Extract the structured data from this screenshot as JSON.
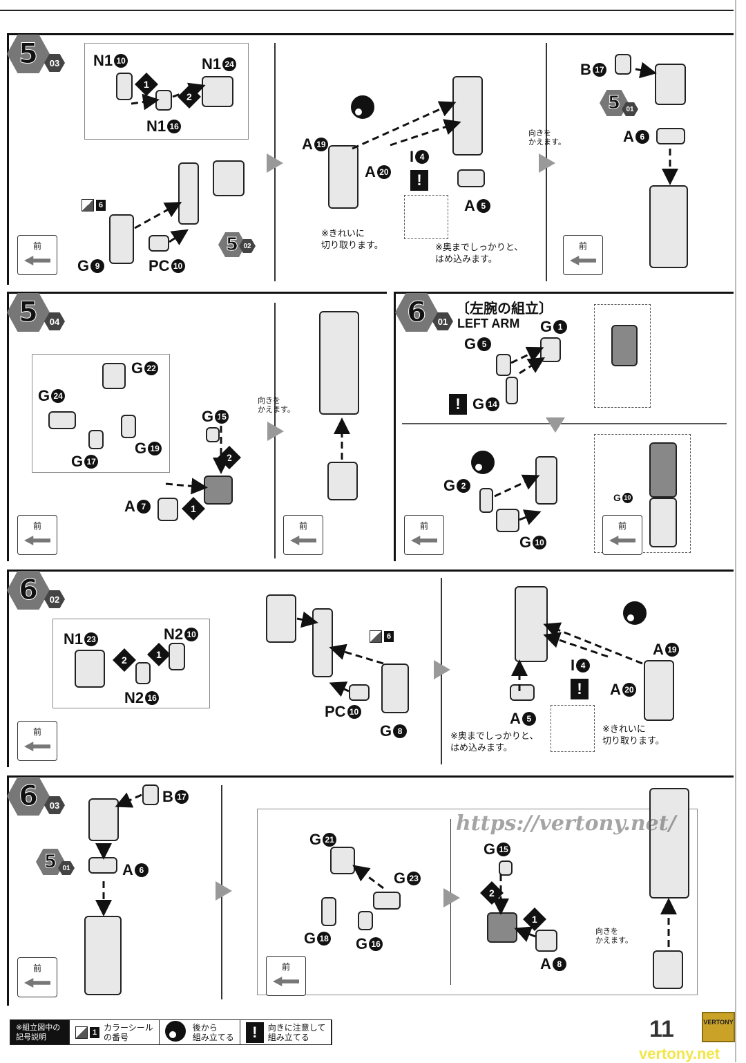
{
  "front_label": "前",
  "turn_note": "向きを\nかえます。",
  "steps": [
    {
      "step": "5",
      "sub": "03",
      "ref": {
        "step": "5",
        "sub": "02"
      },
      "ref2": {
        "step": "5",
        "sub": "01"
      },
      "parts": [
        {
          "p": "N1",
          "n": "10"
        },
        {
          "p": "N1",
          "n": "24"
        },
        {
          "p": "N1",
          "n": "16"
        },
        {
          "p": "G",
          "n": "9"
        },
        {
          "p": "PC",
          "n": "10"
        },
        {
          "p": "A",
          "n": "19"
        },
        {
          "p": "A",
          "n": "20"
        },
        {
          "p": "I",
          "n": "4"
        },
        {
          "p": "A",
          "n": "5"
        },
        {
          "p": "B",
          "n": "17"
        },
        {
          "p": "A",
          "n": "6"
        }
      ],
      "sticker": "6",
      "markers": [
        "1",
        "2"
      ],
      "notes": [
        "※きれいに\n切り取ります。",
        "※奥までしっかりと、\nはめ込みます。"
      ]
    },
    {
      "step": "5",
      "sub": "04",
      "parts": [
        {
          "p": "G",
          "n": "22"
        },
        {
          "p": "G",
          "n": "24"
        },
        {
          "p": "G",
          "n": "15"
        },
        {
          "p": "G",
          "n": "17"
        },
        {
          "p": "G",
          "n": "19"
        },
        {
          "p": "A",
          "n": "7"
        }
      ],
      "markers": [
        "2",
        "1"
      ]
    },
    {
      "step": "6",
      "sub": "01",
      "title_jp": "〔左腕の組立〕",
      "title_en": "LEFT ARM",
      "parts": [
        {
          "p": "G",
          "n": "1"
        },
        {
          "p": "G",
          "n": "5"
        },
        {
          "p": "G",
          "n": "14"
        },
        {
          "p": "G",
          "n": "2"
        },
        {
          "p": "G",
          "n": "10"
        },
        {
          "p": "G",
          "n": "10"
        }
      ]
    },
    {
      "step": "6",
      "sub": "02",
      "parts": [
        {
          "p": "N1",
          "n": "23"
        },
        {
          "p": "N2",
          "n": "10"
        },
        {
          "p": "N2",
          "n": "16"
        },
        {
          "p": "PC",
          "n": "10"
        },
        {
          "p": "G",
          "n": "8"
        },
        {
          "p": "A",
          "n": "19"
        },
        {
          "p": "A",
          "n": "20"
        },
        {
          "p": "I",
          "n": "4"
        },
        {
          "p": "A",
          "n": "5"
        }
      ],
      "sticker": "6",
      "markers": [
        "2",
        "1"
      ],
      "notes": [
        "※奥までしっかりと、\nはめ込みます。",
        "※きれいに\n切り取ります。"
      ]
    },
    {
      "step": "6",
      "sub": "03",
      "ref": {
        "step": "5",
        "sub": "01"
      },
      "parts": [
        {
          "p": "B",
          "n": "17"
        },
        {
          "p": "A",
          "n": "6"
        },
        {
          "p": "G",
          "n": "21"
        },
        {
          "p": "G",
          "n": "23"
        },
        {
          "p": "G",
          "n": "18"
        },
        {
          "p": "G",
          "n": "16"
        },
        {
          "p": "G",
          "n": "15"
        },
        {
          "p": "A",
          "n": "8"
        }
      ],
      "markers": [
        "2",
        "1"
      ]
    }
  ],
  "legend": {
    "head": "※組立図中の\n記号説明",
    "sticker_num": "1",
    "sticker_text": "カラーシール\nの番号",
    "back_text": "後から\n組み立てる",
    "caution_text": "向きに注意して\n組み立てる"
  },
  "page_number": "11",
  "watermark": {
    "url": "https://vertony.net/",
    "logo": "VERTONY",
    "site": "vertony.net"
  }
}
